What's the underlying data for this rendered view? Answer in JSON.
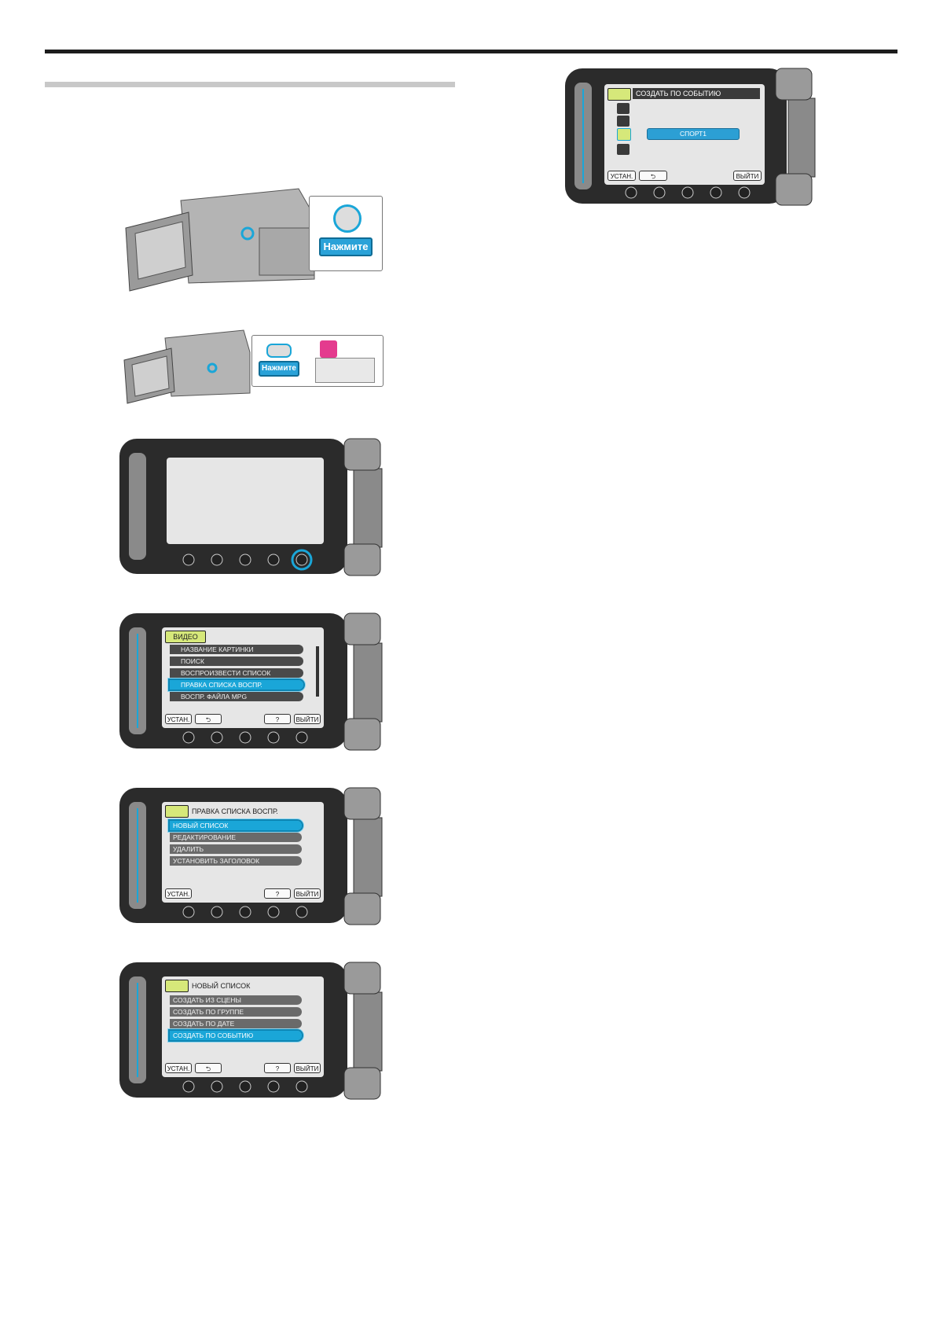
{
  "callouts": {
    "press": "Нажмите"
  },
  "panel_event": {
    "title": "СОЗДАТЬ ПО СОБЫТИЮ",
    "selected_event": "СПОРТ1",
    "buttons": {
      "set": "УСТАН.",
      "back": "⮌",
      "exit": "ВЫЙТИ"
    }
  },
  "panel_video_menu": {
    "tab": "ВИДЕО",
    "items": [
      "НАЗВАНИЕ КАРТИНКИ",
      "ПОИСК",
      "ВОСПРОИЗВЕСТИ СПИСОК",
      "ПРАВКА СПИСКА ВОСПР.",
      "ВОСПР. ФАЙЛА MPG"
    ],
    "selected": 3,
    "buttons": {
      "set": "УСТАН.",
      "back": "⮌",
      "help": "?",
      "exit": "ВЫЙТИ"
    }
  },
  "panel_edit_list": {
    "title": "ПРАВКА СПИСКА ВОСПР.",
    "items": [
      "НОВЫЙ СПИСОК",
      "РЕДАКТИРОВАНИЕ",
      "УДАЛИТЬ",
      "УСТАНОВИТЬ ЗАГОЛОВОК"
    ],
    "selected": 0,
    "buttons": {
      "set": "УСТАН.",
      "help": "?",
      "exit": "ВЫЙТИ"
    }
  },
  "panel_new_list": {
    "title": "НОВЫЙ СПИСОК",
    "items": [
      "СОЗДАТЬ ИЗ СЦЕНЫ",
      "СОЗДАТЬ ПО ГРУППЕ",
      "СОЗДАТЬ ПО ДАТЕ",
      "СОЗДАТЬ ПО СОБЫТИЮ"
    ],
    "selected": 3,
    "buttons": {
      "set": "УСТАН.",
      "back": "⮌",
      "help": "?",
      "exit": "ВЫЙТИ"
    }
  },
  "colors": {
    "highlight": "#1aa6d8",
    "screen_bg": "#e6e6e6",
    "bezel": "#2b2b2b"
  }
}
